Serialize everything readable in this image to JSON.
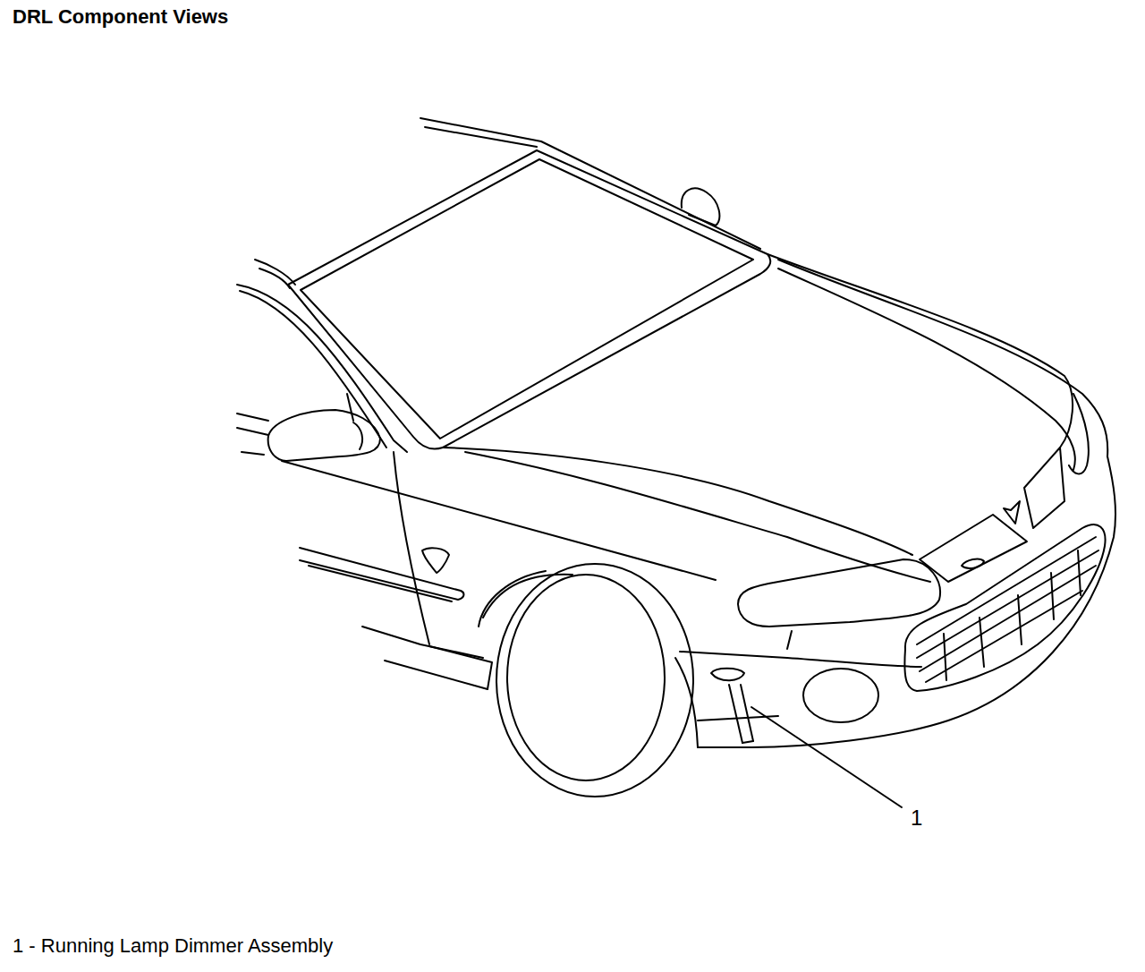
{
  "diagram": {
    "title": "DRL Component Views",
    "caption": "1 - Running Lamp Dimmer Assembly",
    "labels": [
      "1"
    ]
  }
}
